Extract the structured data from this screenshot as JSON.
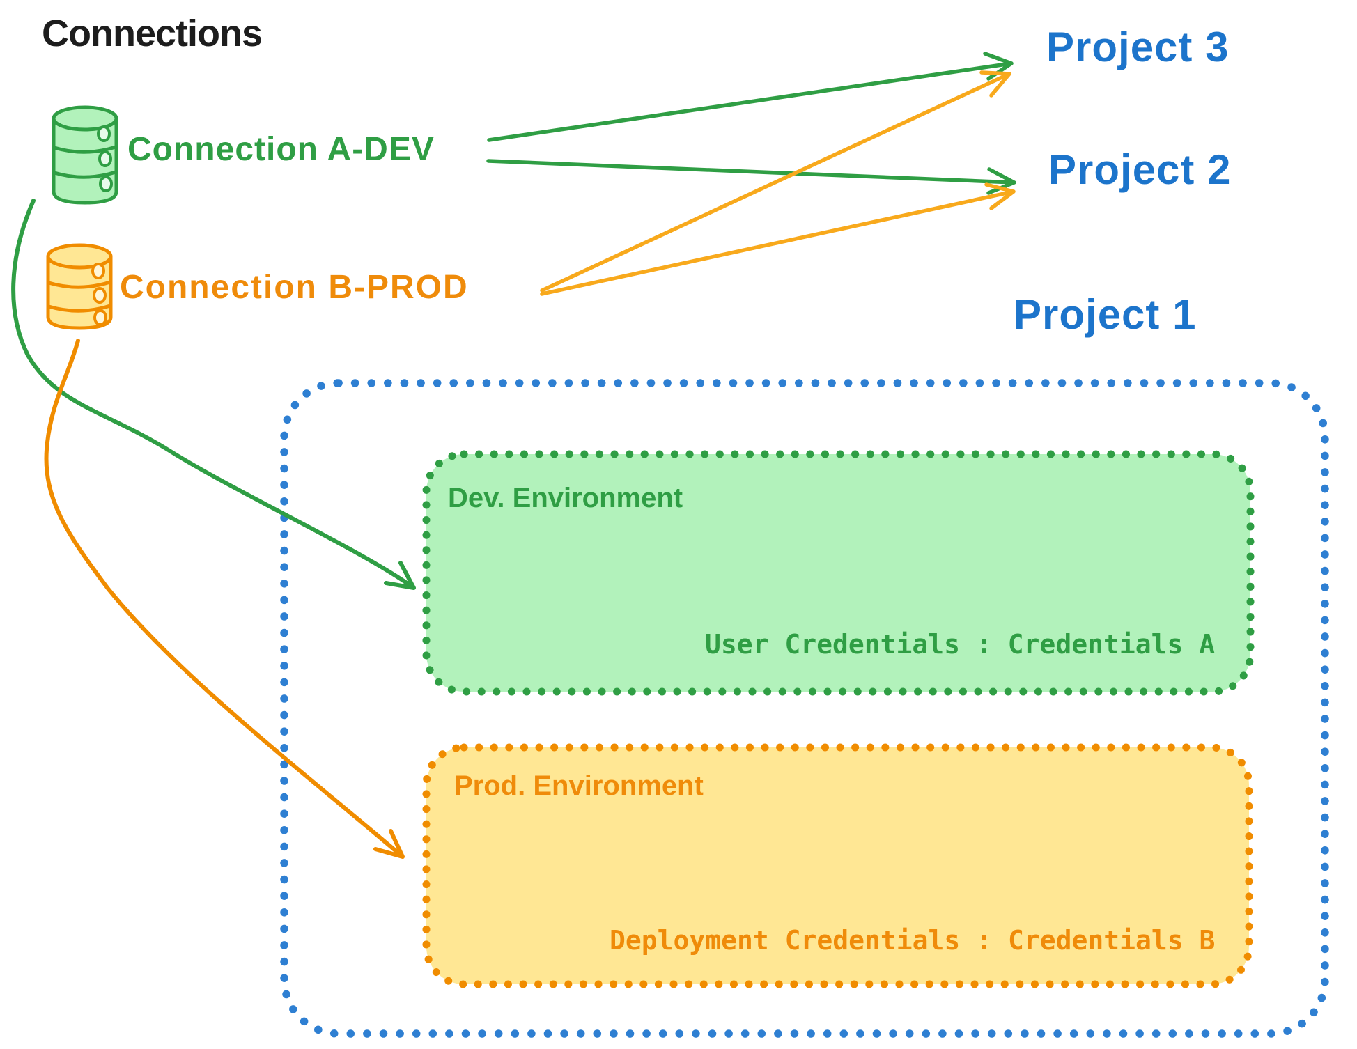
{
  "title": "Connections",
  "colors": {
    "ink": "#1d1d1d",
    "blue_text": "#1c74cb",
    "blue_dots": "#2e7fd2",
    "green": "#2f9e44",
    "green_fill": "#b2f2bb",
    "orange": "#f08c00",
    "orange_text": "#ef8b0a",
    "orange_fill": "#ffe794",
    "orange_arrow_light": "#f8a91c",
    "background": "#ffffff"
  },
  "connections": [
    {
      "id": "a-dev",
      "label": "Connection A-DEV",
      "color": "#2f9e44",
      "icon": "database-cylinder",
      "targets": [
        "Project 3",
        "Project 2",
        "Dev. Environment"
      ]
    },
    {
      "id": "b-prod",
      "label": "Connection B-PROD",
      "color": "#f08c00",
      "icon": "database-cylinder",
      "targets": [
        "Project 3",
        "Project 2",
        "Prod. Environment"
      ]
    }
  ],
  "projects": [
    {
      "label": "Project 3"
    },
    {
      "label": "Project 2"
    },
    {
      "label": "Project 1"
    }
  ],
  "environments": [
    {
      "title": "Dev. Environment",
      "credentials": "User Credentials : Credentials A",
      "credentials_label": "User Credentials",
      "credentials_value": "Credentials A",
      "parent_project": "Project 1",
      "source_connection": "Connection A-DEV"
    },
    {
      "title": "Prod. Environment",
      "credentials": "Deployment Credentials : Credentials B",
      "credentials_label": "Deployment Credentials",
      "credentials_value": "Credentials B",
      "parent_project": "Project 1",
      "source_connection": "Connection B-PROD"
    }
  ]
}
